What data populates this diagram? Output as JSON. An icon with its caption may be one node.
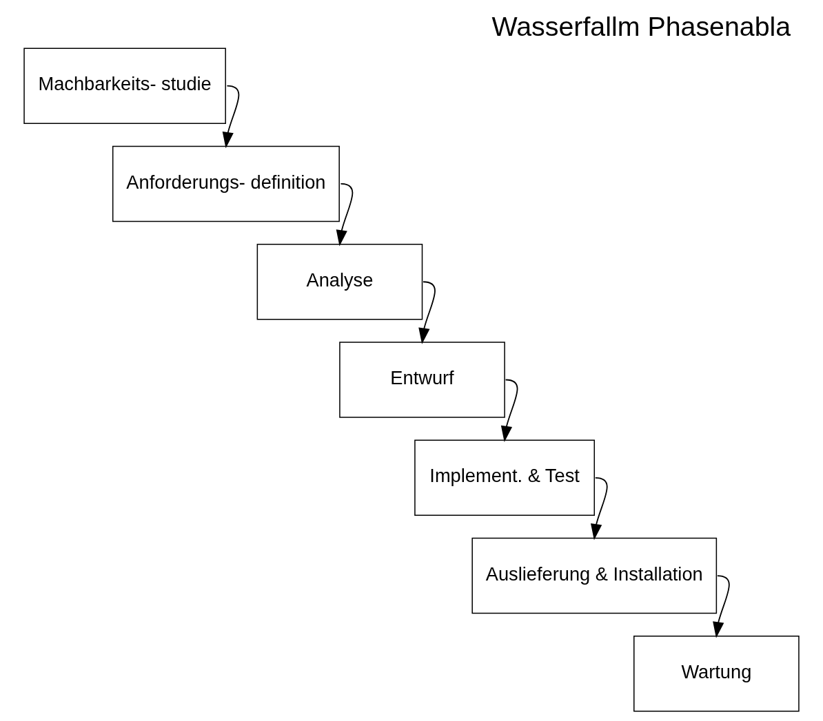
{
  "diagram": {
    "title": "Wasserfallm Phasenabla",
    "nodes": [
      {
        "text": [
          "Machbarkeits- studie"
        ]
      },
      {
        "text": [
          "Anforderungs- definition"
        ]
      },
      {
        "text": [
          "Analyse"
        ]
      },
      {
        "text": [
          "Entwurf"
        ]
      },
      {
        "text": [
          "Implement. & Test"
        ]
      },
      {
        "text": [
          "Auslieferung & Installation"
        ]
      },
      {
        "text": [
          "Wartung"
        ]
      }
    ],
    "edges": [
      {
        "from": 0,
        "to": 1,
        "arrow": "to"
      },
      {
        "from": 1,
        "to": 2,
        "arrow": "to"
      },
      {
        "from": 2,
        "to": 3,
        "arrow": "to"
      },
      {
        "from": 3,
        "to": 4,
        "arrow": "to"
      },
      {
        "from": 4,
        "to": 5,
        "arrow": "to"
      },
      {
        "from": 5,
        "to": 6,
        "arrow": "to"
      }
    ]
  }
}
